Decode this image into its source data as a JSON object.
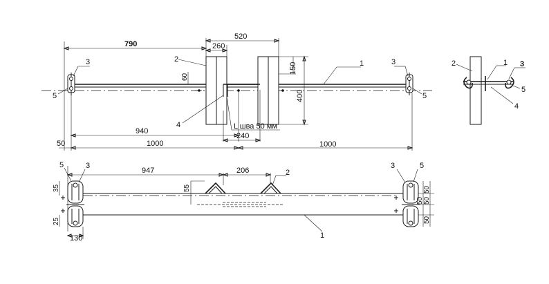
{
  "top_view": {
    "dim_790": "790",
    "dim_520": "520",
    "dim_260": "260",
    "dim_150": "150",
    "dim_400": "400",
    "dim_60": "60",
    "dim_940": "940",
    "dim_50": "50",
    "dim_1000_left": "1000",
    "dim_1000_right": "1000",
    "dim_240": "240",
    "weld_note": "L шва 50 мм",
    "callout_1": "1",
    "callout_2": "2",
    "callout_3_left": "3",
    "callout_3_right": "3",
    "callout_4": "4",
    "callout_5_left": "5",
    "callout_5_right": "5"
  },
  "side_view": {
    "callout_2": "2",
    "callout_1": "1",
    "callout_3": "3",
    "callout_5": "5",
    "callout_4": "4"
  },
  "bottom_view": {
    "dim_947": "947",
    "dim_206": "206",
    "dim_55": "55",
    "dim_35": "35",
    "dim_25": "25",
    "dim_130": "130",
    "dim_50_a": "50",
    "dim_50_b": "50",
    "dim_50_c": "50",
    "dim_50_d": "50",
    "callout_5_left": "5",
    "callout_3_left": "3",
    "callout_2": "2",
    "callout_3_right": "3",
    "callout_5_right": "5",
    "callout_1": "1"
  }
}
